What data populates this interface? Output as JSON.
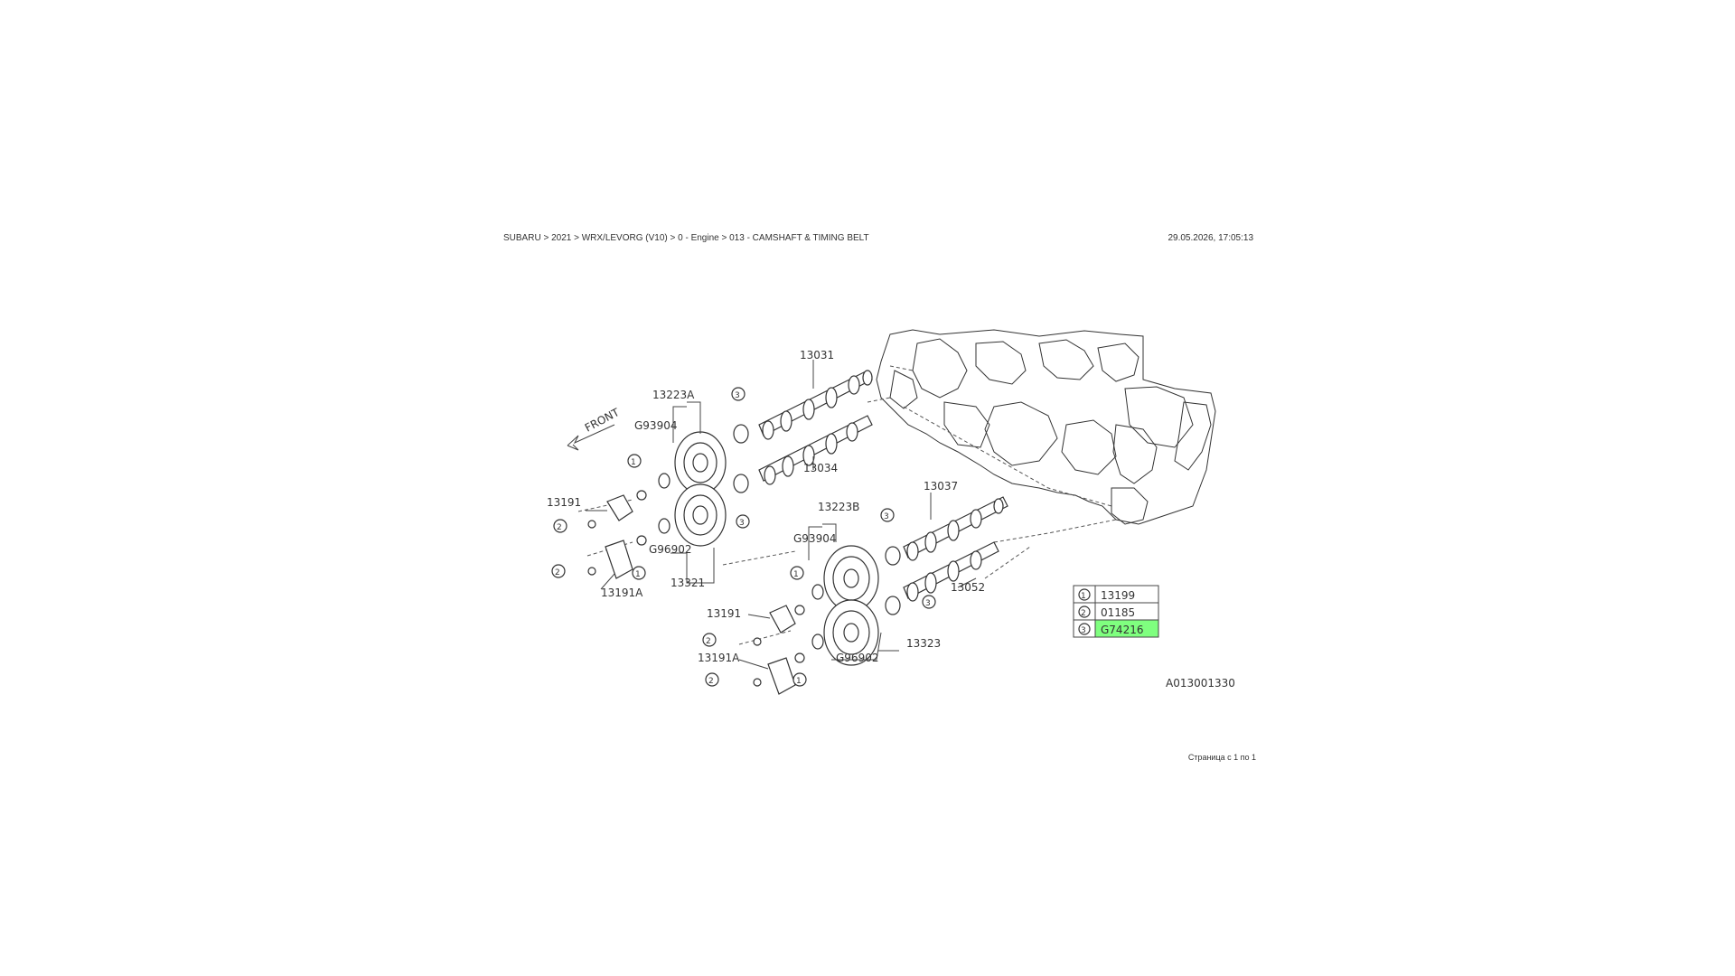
{
  "header": {
    "breadcrumb": "SUBARU > 2021 > WRX/LEVORG (V10) > 0 - Engine > 013 - CAMSHAFT & TIMING BELT",
    "timestamp": "29.05.2026, 17:05:13"
  },
  "diagram": {
    "labels": {
      "front": "FRONT",
      "cam_upper_right": "13031",
      "sprocket_top": "13223A",
      "g93904_left": "G93904",
      "cam_mid": "13034",
      "bolt_13191_left": "13191",
      "g96902_left": "G96902",
      "sprocket_13321": "13321",
      "plate_13191a_left": "13191A",
      "sprocket_13223b": "13223B",
      "g93904_right": "G93904",
      "cam_13037": "13037",
      "cam_13052": "13052",
      "bolt_13191_right": "13191",
      "plate_13191a_right": "13191A",
      "g96902_right": "G96902",
      "sprocket_13323": "13323",
      "diagram_id": "A013001330"
    },
    "circle_refs": [
      "1",
      "2",
      "3"
    ]
  },
  "legend": {
    "rows": [
      {
        "ref": "1",
        "part": "13199"
      },
      {
        "ref": "2",
        "part": "01185"
      },
      {
        "ref": "3",
        "part": "G74216"
      }
    ],
    "highlight_color": "#7fff7f"
  },
  "footer": {
    "page_text": "Страница с 1 по 1"
  }
}
